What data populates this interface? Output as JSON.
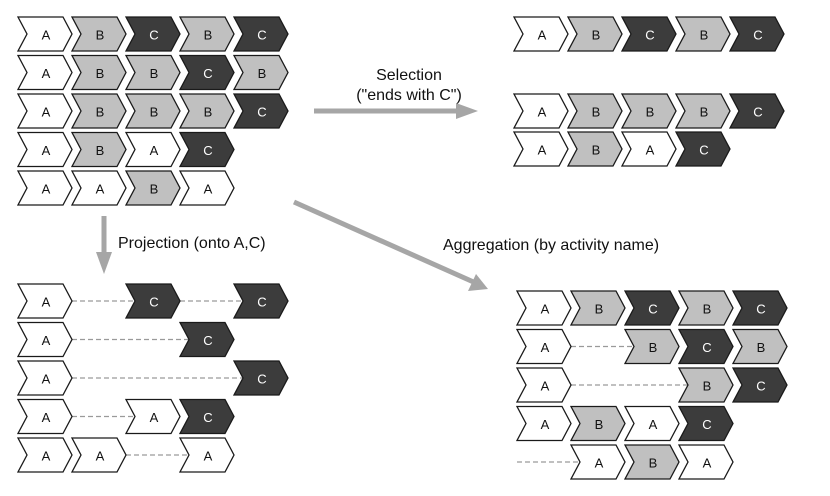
{
  "colors": {
    "A": "#ffffff",
    "B": "#c0c0c0",
    "C": "#3c3c3c",
    "arrow": "#a6a6a6",
    "dash": "#9a9a9a",
    "textLight": "#ffffff",
    "textDark": "#111111"
  },
  "panels": [
    {
      "id": "original-log",
      "rows": [
        {
          "slots": [
            "A",
            "B",
            "C",
            "B",
            "C"
          ]
        },
        {
          "slots": [
            "A",
            "B",
            "B",
            "C",
            "B"
          ]
        },
        {
          "slots": [
            "A",
            "B",
            "B",
            "B",
            "C"
          ]
        },
        {
          "slots": [
            "A",
            "B",
            "A",
            "C"
          ]
        },
        {
          "slots": [
            "A",
            "A",
            "B",
            "A"
          ]
        }
      ]
    },
    {
      "id": "selection-result",
      "rows": [
        {
          "slots": [
            "A",
            "B",
            "C",
            "B",
            "C"
          ],
          "rowIndex": 0
        },
        {
          "slots": [
            "A",
            "B",
            "B",
            "B",
            "C"
          ],
          "rowIndex": 2
        },
        {
          "slots": [
            "A",
            "B",
            "A",
            "C"
          ],
          "rowIndex": 3
        }
      ]
    },
    {
      "id": "projection-result",
      "rows": [
        {
          "slots": [
            "A",
            null,
            "C",
            null,
            "C"
          ]
        },
        {
          "slots": [
            "A",
            null,
            null,
            "C"
          ]
        },
        {
          "slots": [
            "A",
            null,
            null,
            null,
            "C"
          ]
        },
        {
          "slots": [
            "A",
            null,
            "A",
            "C"
          ]
        },
        {
          "slots": [
            "A",
            "A",
            null,
            "A"
          ]
        }
      ]
    },
    {
      "id": "aggregation-result",
      "rows": [
        {
          "slots": [
            "A",
            "B",
            "C",
            "B",
            "C"
          ]
        },
        {
          "slots": [
            "A",
            null,
            "B",
            "C",
            "B"
          ]
        },
        {
          "slots": [
            "A",
            null,
            null,
            "B",
            "C"
          ]
        },
        {
          "slots": [
            "A",
            "B",
            "A",
            "C"
          ]
        },
        {
          "slots": [
            null,
            "A",
            "B",
            "A"
          ]
        }
      ]
    }
  ],
  "labels": {
    "selection_line1": "Selection",
    "selection_line2": "(\"ends with C\")",
    "projection": "Projection (onto A,C)",
    "aggregation": "Aggregation (by activity name)"
  }
}
